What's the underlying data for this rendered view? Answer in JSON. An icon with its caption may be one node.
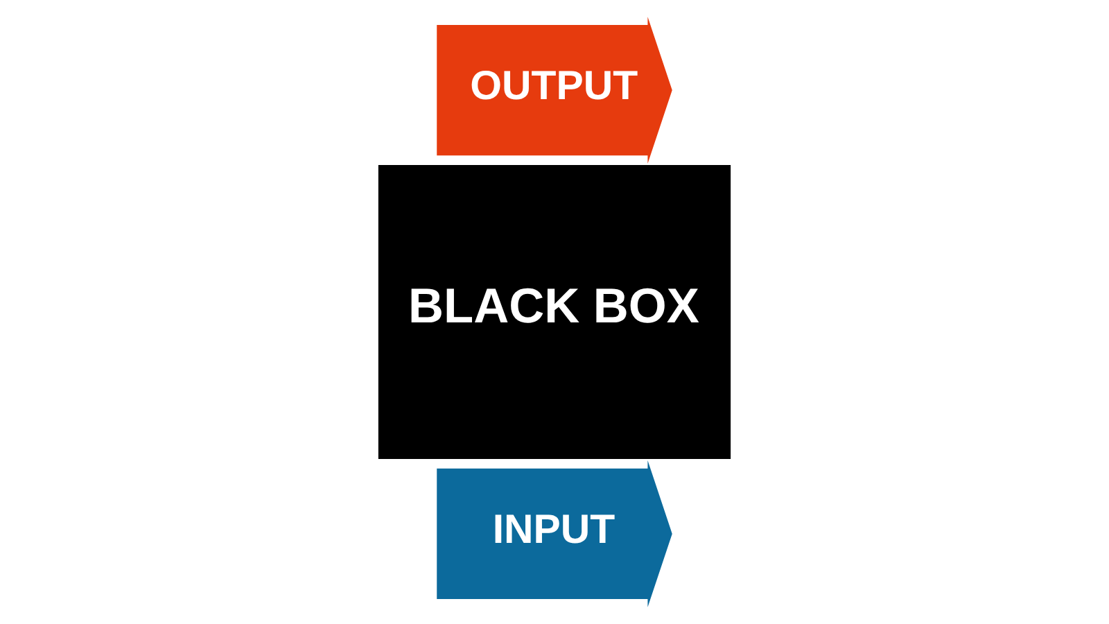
{
  "diagram": {
    "nodes": [
      {
        "text": [
          "INPUT"
        ]
      },
      {
        "text": [
          "BLACK BOX"
        ]
      },
      {
        "text": [
          "OUTPUT"
        ]
      }
    ]
  }
}
